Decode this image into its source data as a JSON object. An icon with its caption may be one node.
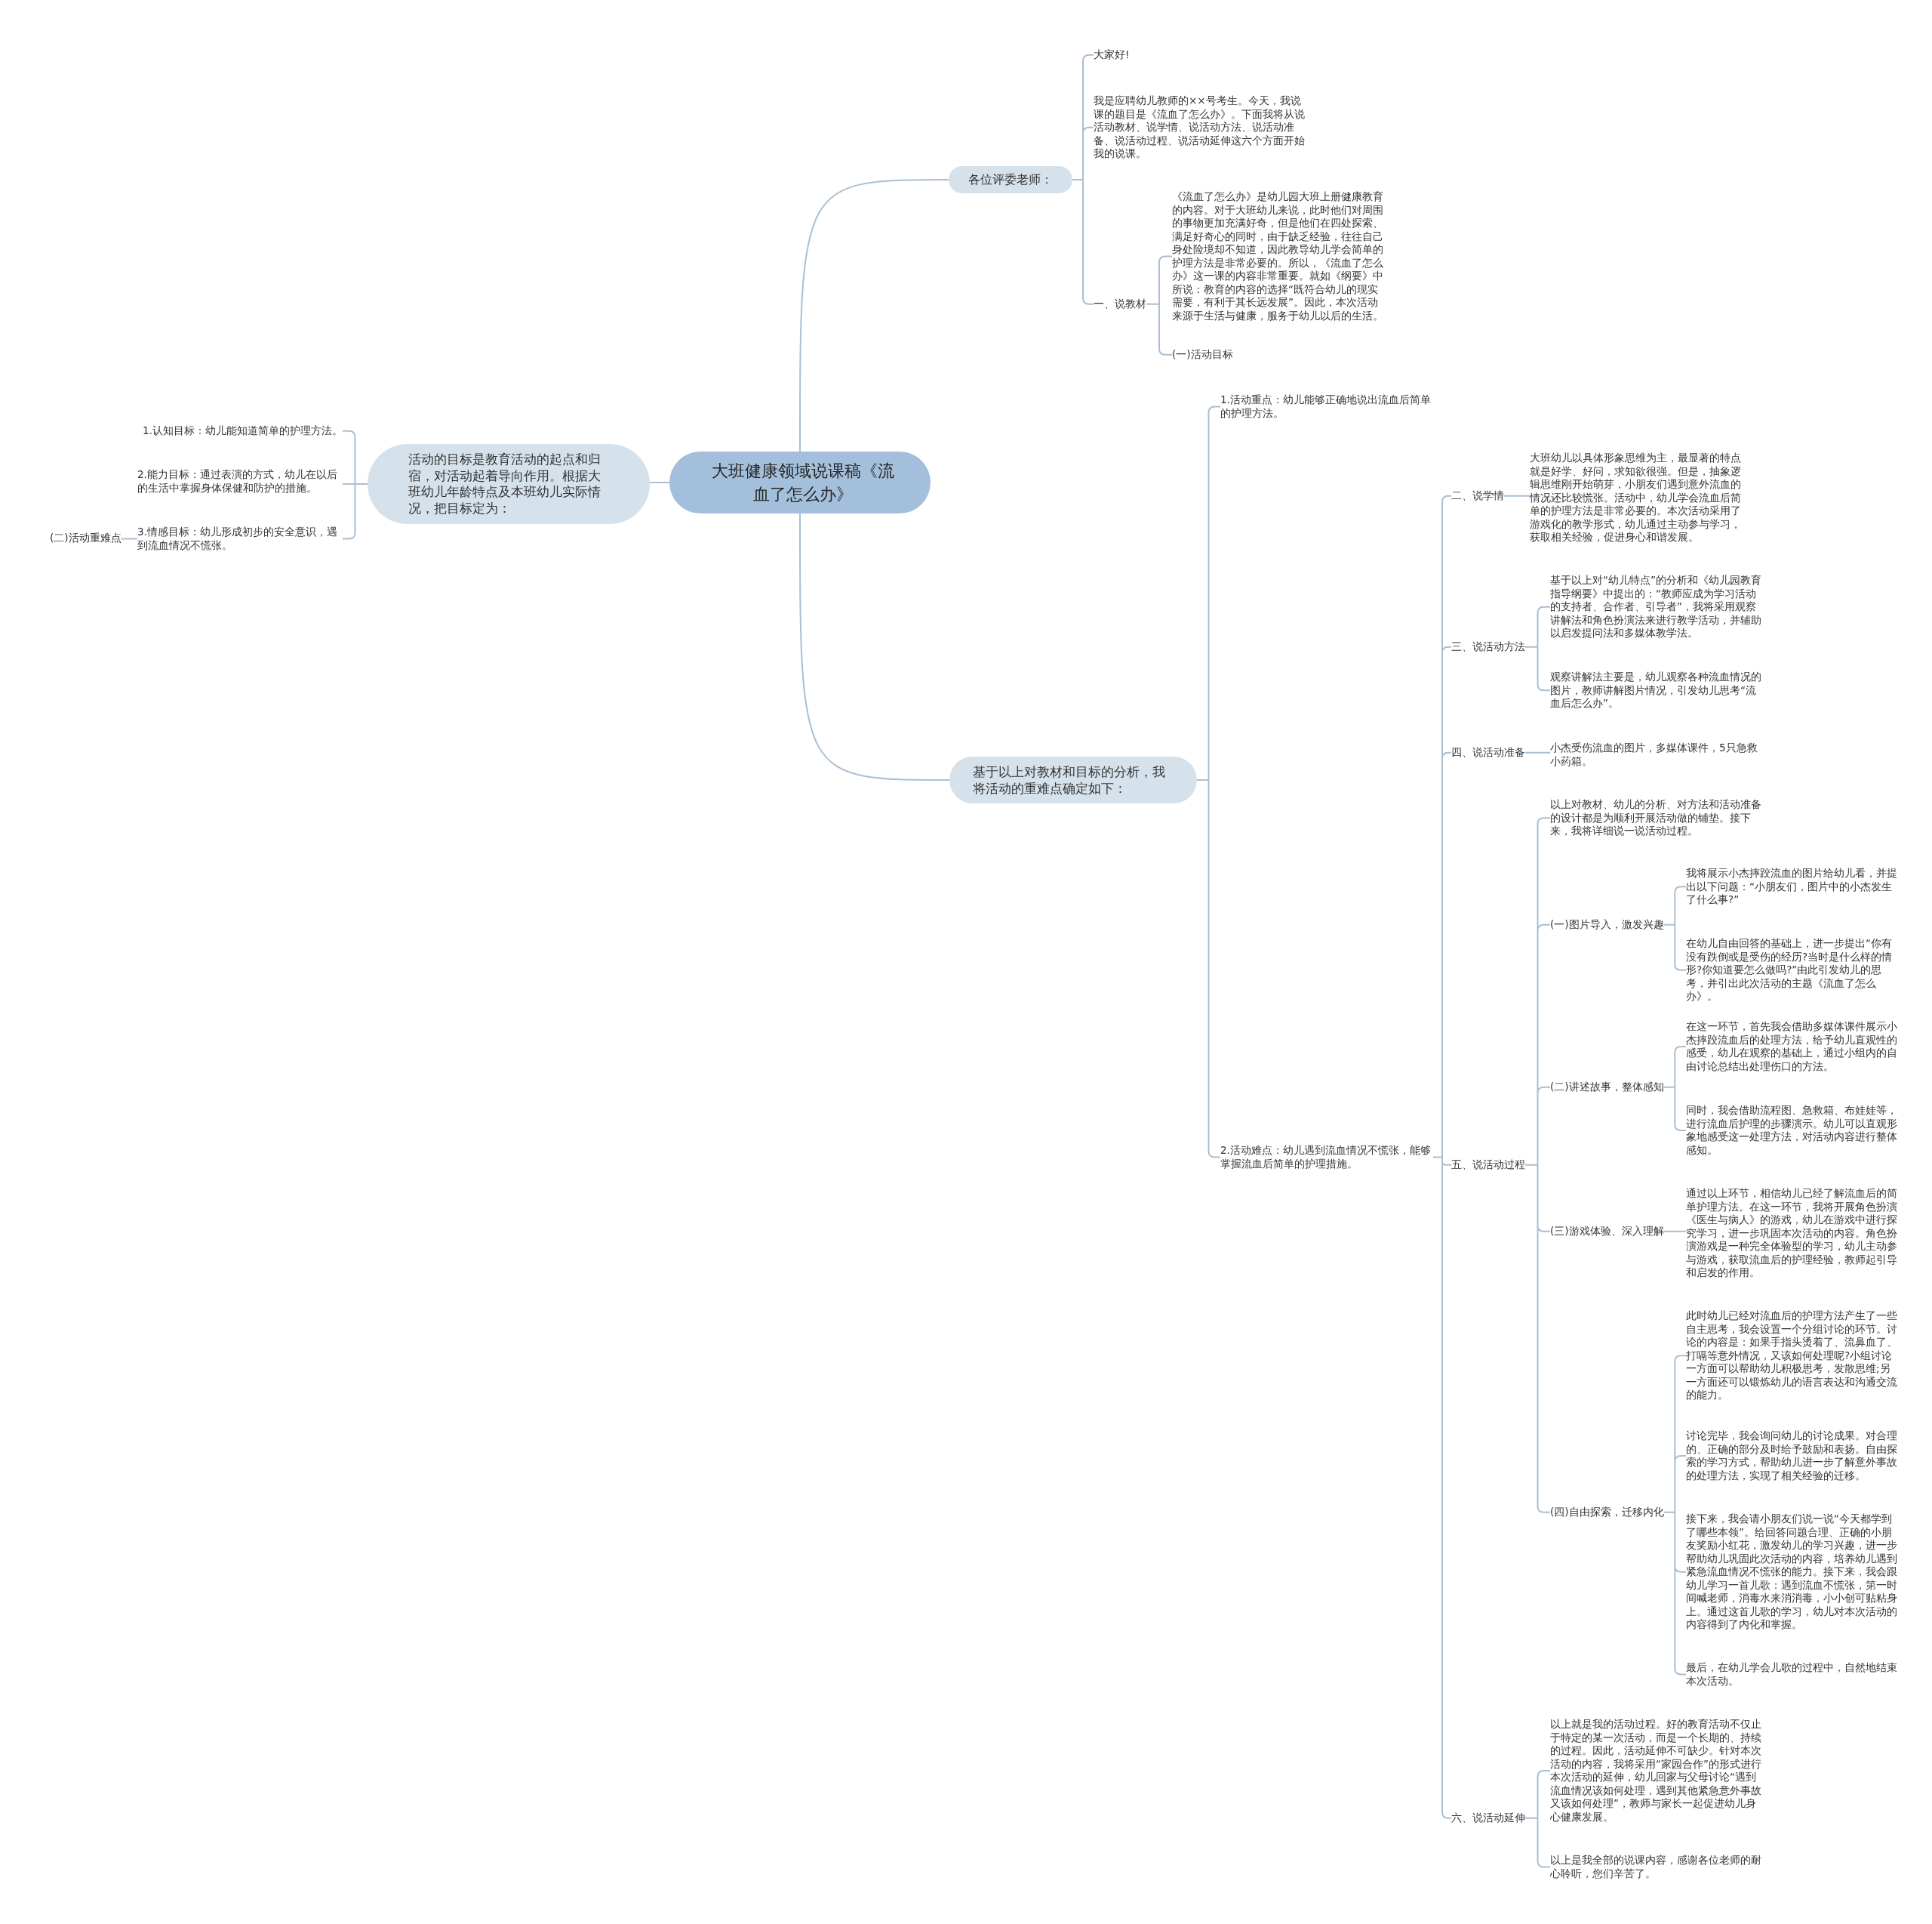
{
  "diagram": {
    "nodes": [
      {
        "text": [
          "大班健康领域说课稿《流血了怎么办》"
        ]
      },
      {
        "text": [
          "各位评委老师："
        ]
      },
      {
        "text": [
          "大家好!"
        ]
      },
      {
        "text": [
          "我是应聘幼儿教师的××号考生。今天，我说课的题目是《流血了怎么办》。下面我将从说活动教材、说学情、说活动方法、说活动准备、说活动过程、说活动延伸这六个方面开始我的说课。"
        ]
      },
      {
        "text": [
          "一、说教材"
        ]
      },
      {
        "text": [
          "《流血了怎么办》是幼儿园大班上册健康教育的内容。对于大班幼儿来说，此时他们对周围的事物更加充满好奇，但是他们在四处探索、满足好奇心的同时，由于缺乏经验，往往自己身处险境却不知道，因此教导幼儿学会简单的护理方法是非常必要的。所以，《流血了怎么办》这一课的内容非常重要。就如《纲要》中所说：教育的内容的选择“既符合幼儿的现实需要，有利于其长远发展”。因此，本次活动来源于生活与健康，服务于幼儿以后的生活。"
        ]
      },
      {
        "text": [
          "(一)活动目标"
        ]
      },
      {
        "text": [
          "活动的目标是教育活动的起点和归宿，对活动起着导向作用。根据大班幼儿年龄特点及本班幼儿实际情况，把目标定为："
        ]
      },
      {
        "text": [
          "1.认知目标：幼儿能知道简单的护理方法。"
        ]
      },
      {
        "text": [
          "2.能力目标：通过表演的方式，幼儿在以后的生活中掌握身体保健和防护的措施。"
        ]
      },
      {
        "text": [
          "3.情感目标：幼儿形成初步的安全意识，遇到流血情况不慌张。"
        ]
      },
      {
        "text": [
          "(二)活动重难点"
        ]
      },
      {
        "text": [
          "基于以上对教材和目标的分析，我将活动的重难点确定如下："
        ]
      },
      {
        "text": [
          "1.活动重点：幼儿能够正确地说出流血后简单的护理方法。"
        ]
      },
      {
        "text": [
          "2.活动难点：幼儿遇到流血情况不慌张，能够掌握流血后简单的护理措施。"
        ]
      },
      {
        "text": [
          "二、说学情"
        ]
      },
      {
        "text": [
          "大班幼儿以具体形象思维为主，最显著的特点就是好学、好问，求知欲很强。但是，抽象逻辑思维刚开始萌芽，小朋友们遇到意外流血的情况还比较慌张。活动中，幼儿学会流血后简单的护理方法是非常必要的。本次活动采用了游戏化的教学形式，幼儿通过主动参与学习，获取相关经验，促进身心和谐发展。"
        ]
      },
      {
        "text": [
          "三、说活动方法"
        ]
      },
      {
        "text": [
          "基于以上对“幼儿特点”的分析和《幼儿园教育指导纲要》中提出的：“教师应成为学习活动的支持者、合作者、引导者”，我将采用观察讲解法和角色扮演法来进行教学活动，并辅助以启发提问法和多媒体教学法。"
        ]
      },
      {
        "text": [
          "观察讲解法主要是，幼儿观察各种流血情况的图片，教师讲解图片情况，引发幼儿思考“流血后怎么办”。"
        ]
      },
      {
        "text": [
          "四、说活动准备"
        ]
      },
      {
        "text": [
          "小杰受伤流血的图片，多媒体课件，5只急救小药箱。"
        ]
      },
      {
        "text": [
          "五、说活动过程"
        ]
      },
      {
        "text": [
          "以上对教材、幼儿的分析、对方法和活动准备的设计都是为顺利开展活动做的铺垫。接下来，我将详细说一说活动过程。"
        ]
      },
      {
        "text": [
          "(一)图片导入，激发兴趣"
        ]
      },
      {
        "text": [
          "我将展示小杰摔跤流血的图片给幼儿看，并提出以下问题：“小朋友们，图片中的小杰发生了什么事?”"
        ]
      },
      {
        "text": [
          "在幼儿自由回答的基础上，进一步提出“你有没有跌倒或是受伤的经历?当时是什么样的情形?你知道要怎么做吗?”由此引发幼儿的思考，并引出此次活动的主题《流血了怎么办》。"
        ]
      },
      {
        "text": [
          "(二)讲述故事，整体感知"
        ]
      },
      {
        "text": [
          "在这一环节，首先我会借助多媒体课件展示小杰摔跤流血后的处理方法，给予幼儿直观性的感受，幼儿在观察的基础上，通过小组内的自由讨论总结出处理伤口的方法。"
        ]
      },
      {
        "text": [
          "同时，我会借助流程图、急救箱、布娃娃等，进行流血后护理的步骤演示。幼儿可以直观形象地感受这一处理方法，对活动内容进行整体感知。"
        ]
      },
      {
        "text": [
          "(三)游戏体验、深入理解"
        ]
      },
      {
        "text": [
          "通过以上环节，相信幼儿已经了解流血后的简单护理方法。在这一环节，我将开展角色扮演《医生与病人》的游戏，幼儿在游戏中进行探究学习，进一步巩固本次活动的内容。角色扮演游戏是一种完全体验型的学习，幼儿主动参与游戏，获取流血后的护理经验，教师起引导和启发的作用。"
        ]
      },
      {
        "text": [
          "(四)自由探索，迁移内化"
        ]
      },
      {
        "text": [
          "此时幼儿已经对流血后的护理方法产生了一些自主思考，我会设置一个分组讨论的环节。讨论的内容是：如果手指头烫着了、流鼻血了、打嗝等意外情况，又该如何处理呢?小组讨论一方面可以帮助幼儿积极思考，发散思维;另一方面还可以锻炼幼儿的语言表达和沟通交流的能力。"
        ]
      },
      {
        "text": [
          "讨论完毕，我会询问幼儿的讨论成果。对合理的、正确的部分及时给予鼓励和表扬。自由探索的学习方式，帮助幼儿进一步了解意外事故的处理方法，实现了相关经验的迁移。"
        ]
      },
      {
        "text": [
          "接下来，我会请小朋友们说一说“今天都学到了哪些本领”。给回答问题合理、正确的小朋友奖励小红花，激发幼儿的学习兴趣，进一步帮助幼儿巩固此次活动的内容，培养幼儿遇到紧急流血情况不慌张的能力。接下来，我会跟幼儿学习一首儿歌：遇到流血不慌张，第一时间喊老师，消毒水来消消毒，小小创可贴粘身上。通过这首儿歌的学习，幼儿对本次活动的内容得到了内化和掌握。"
        ]
      },
      {
        "text": [
          "最后，在幼儿学会儿歌的过程中，自然地结束本次活动。"
        ]
      },
      {
        "text": [
          "六、说活动延伸"
        ]
      },
      {
        "text": [
          "以上就是我的活动过程。好的教育活动不仅止于特定的某一次活动，而是一个长期的、持续的过程。因此，活动延伸不可缺少。针对本次活动的内容，我将采用“家园合作”的形式进行本次活动的延伸，幼儿回家与父母讨论“遇到流血情况该如何处理，遇到其他紧急意外事故又该如何处理”，教师与家长一起促进幼儿身心健康发展。"
        ]
      },
      {
        "text": [
          "以上是我全部的说课内容，感谢各位老师的耐心聆听，您们辛苦了。"
        ]
      }
    ],
    "edges": [
      {
        "from": 0,
        "to": 1,
        "arrow": "none"
      },
      {
        "from": 1,
        "to": 2,
        "arrow": "none"
      },
      {
        "from": 1,
        "to": 3,
        "arrow": "none"
      },
      {
        "from": 1,
        "to": 4,
        "arrow": "none"
      },
      {
        "from": 4,
        "to": 5,
        "arrow": "none"
      },
      {
        "from": 4,
        "to": 6,
        "arrow": "none"
      },
      {
        "from": 0,
        "to": 7,
        "arrow": "none"
      },
      {
        "from": 7,
        "to": 8,
        "arrow": "none"
      },
      {
        "from": 7,
        "to": 9,
        "arrow": "none"
      },
      {
        "from": 7,
        "to": 10,
        "arrow": "none"
      },
      {
        "from": 10,
        "to": 11,
        "arrow": "none"
      },
      {
        "from": 0,
        "to": 12,
        "arrow": "none"
      },
      {
        "from": 12,
        "to": 13,
        "arrow": "none"
      },
      {
        "from": 12,
        "to": 14,
        "arrow": "none"
      },
      {
        "from": 14,
        "to": 15,
        "arrow": "none"
      },
      {
        "from": 15,
        "to": 16,
        "arrow": "none"
      },
      {
        "from": 14,
        "to": 17,
        "arrow": "none"
      },
      {
        "from": 17,
        "to": 18,
        "arrow": "none"
      },
      {
        "from": 17,
        "to": 19,
        "arrow": "none"
      },
      {
        "from": 14,
        "to": 20,
        "arrow": "none"
      },
      {
        "from": 20,
        "to": 21,
        "arrow": "none"
      },
      {
        "from": 14,
        "to": 22,
        "arrow": "none"
      },
      {
        "from": 22,
        "to": 23,
        "arrow": "none"
      },
      {
        "from": 22,
        "to": 24,
        "arrow": "none"
      },
      {
        "from": 24,
        "to": 25,
        "arrow": "none"
      },
      {
        "from": 24,
        "to": 26,
        "arrow": "none"
      },
      {
        "from": 22,
        "to": 27,
        "arrow": "none"
      },
      {
        "from": 27,
        "to": 28,
        "arrow": "none"
      },
      {
        "from": 27,
        "to": 29,
        "arrow": "none"
      },
      {
        "from": 22,
        "to": 30,
        "arrow": "none"
      },
      {
        "from": 30,
        "to": 31,
        "arrow": "none"
      },
      {
        "from": 22,
        "to": 32,
        "arrow": "none"
      },
      {
        "from": 32,
        "to": 33,
        "arrow": "none"
      },
      {
        "from": 32,
        "to": 34,
        "arrow": "none"
      },
      {
        "from": 32,
        "to": 35,
        "arrow": "none"
      },
      {
        "from": 32,
        "to": 36,
        "arrow": "none"
      },
      {
        "from": 14,
        "to": 37,
        "arrow": "none"
      },
      {
        "from": 37,
        "to": 38,
        "arrow": "none"
      },
      {
        "from": 37,
        "to": 39,
        "arrow": "none"
      }
    ]
  }
}
